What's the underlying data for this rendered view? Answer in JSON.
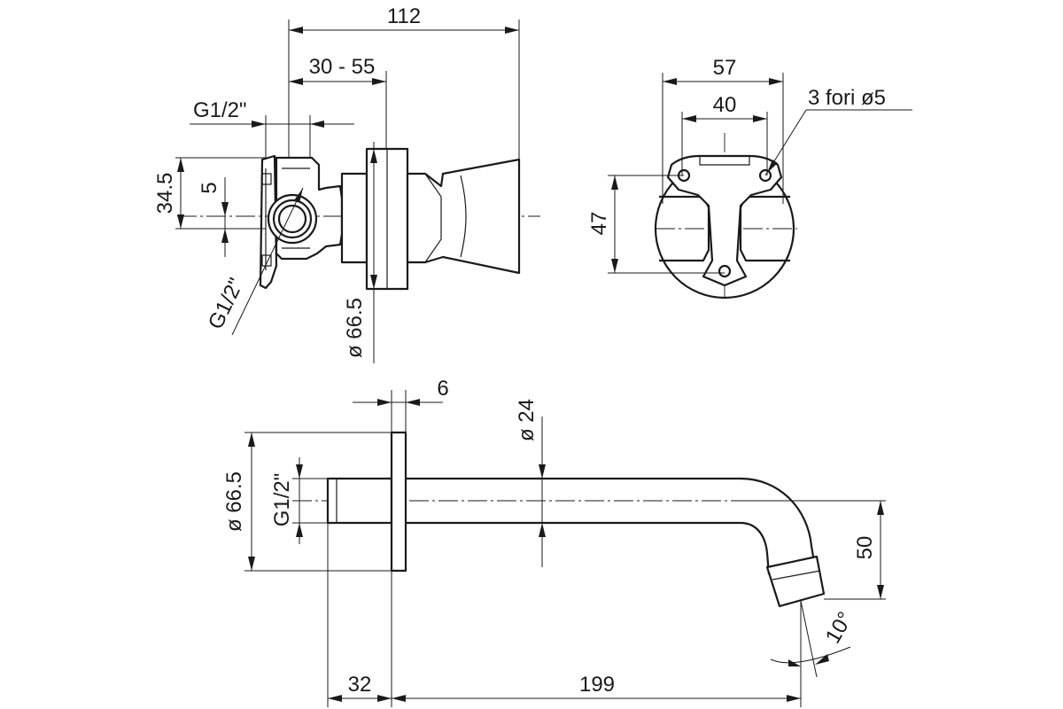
{
  "dimensions": {
    "valve_overall_length": "112",
    "wall_depth_range": "30 - 55",
    "inlet_thread_top": "G1/2\"",
    "valve_height": "34.5",
    "center_offset": "5",
    "inlet_thread_side": "G1/2\"",
    "valve_flange_diameter": "ø 66.5",
    "plate_width": "57",
    "hole_spacing": "40",
    "mounting_holes": "3 fori ø5",
    "plate_height": "47",
    "spout_flange_thickness": "6",
    "spout_pipe_diameter": "ø 24",
    "spout_flange_diameter": "ø 66.5",
    "spout_thread": "G1/2\"",
    "spout_drop": "50",
    "outlet_angle": "10°",
    "wall_connection_depth": "32",
    "spout_projection": "199"
  },
  "colors": {
    "line": "#1a1a1a",
    "background": "#ffffff"
  }
}
